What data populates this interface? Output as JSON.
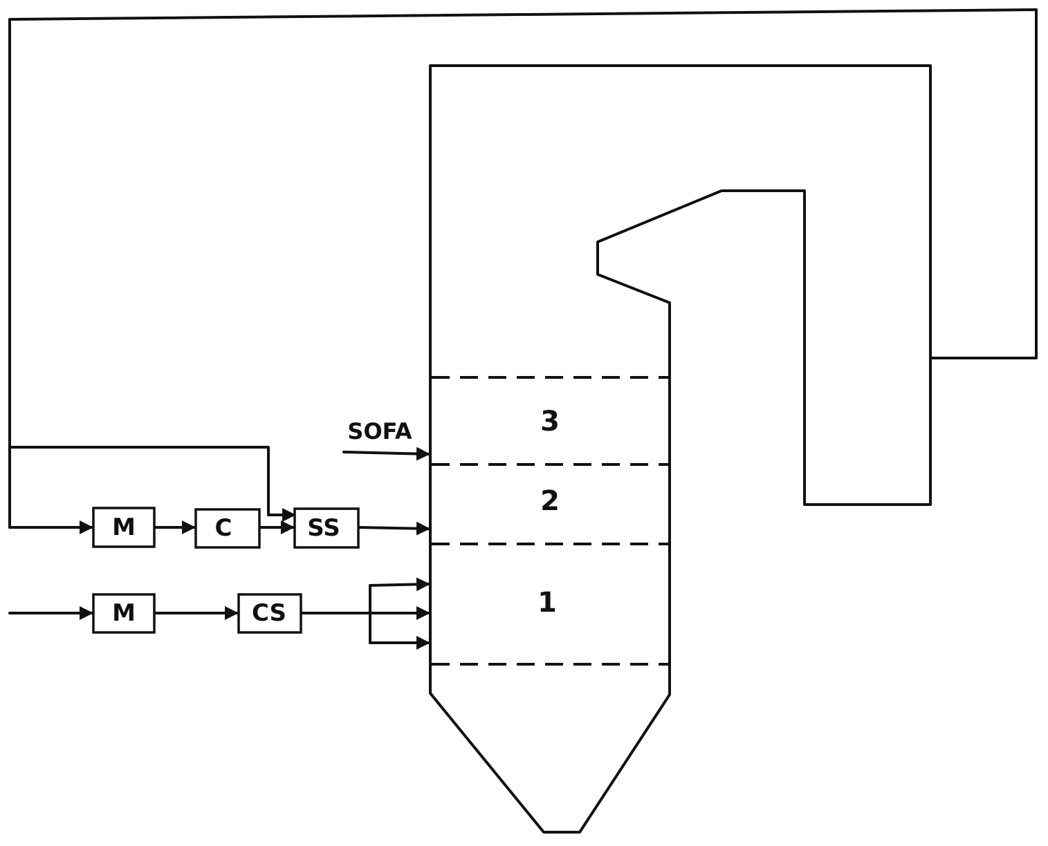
{
  "diagram": {
    "sofa_label": "SOFA",
    "zones": [
      {
        "label": "3"
      },
      {
        "label": "2"
      },
      {
        "label": "1"
      }
    ],
    "upper_line_blocks": [
      {
        "label": "M"
      },
      {
        "label": "C"
      },
      {
        "label": "SS"
      }
    ],
    "lower_line_blocks": [
      {
        "label": "M"
      },
      {
        "label": "CS"
      }
    ],
    "line_color": "#111111",
    "background": "#ffffff"
  }
}
